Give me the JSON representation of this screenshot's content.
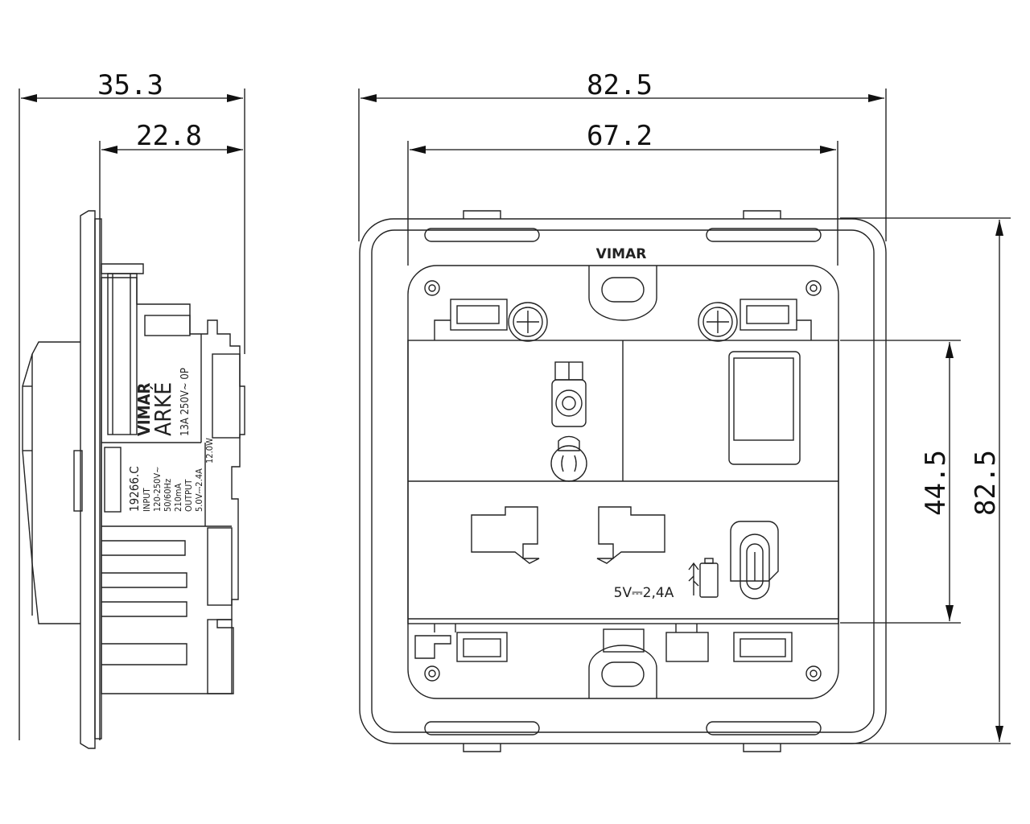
{
  "dimensions": {
    "side_overall": "35.3",
    "side_depth": "22.8",
    "front_overall_width": "82.5",
    "front_inner_width": "67.2",
    "front_module_height": "44.5",
    "front_overall_height": "82.5"
  },
  "labels": {
    "brand": "VIMAR",
    "side_brand": "VIMAR",
    "series": "ARKÉ",
    "rating": "13A 250V~ 0P",
    "model": "19266.C",
    "spec_line1": "INPUT",
    "spec_line2": "120-250V~",
    "spec_line3": "50/60Hz",
    "spec_line4": "210mA",
    "spec_line5": "OUTPUT",
    "spec_line6": "5.0V⎓2.4A",
    "spec_line7": "12.0W",
    "usb_rating": "5V⎓2,4A"
  }
}
